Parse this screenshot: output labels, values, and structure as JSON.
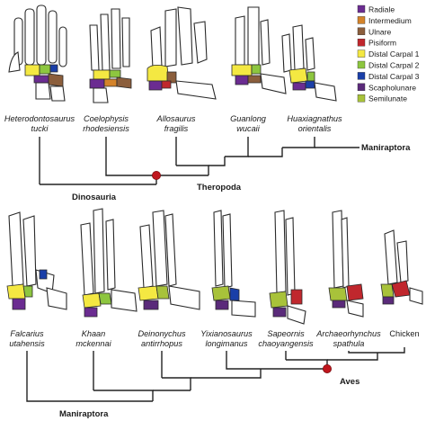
{
  "legend": [
    {
      "label": "Radiale",
      "color": "#6b2c91"
    },
    {
      "label": "Intermedium",
      "color": "#d4832a"
    },
    {
      "label": "Ulnare",
      "color": "#8b5e3c"
    },
    {
      "label": "Pisiform",
      "color": "#c0272d"
    },
    {
      "label": "Distal Carpal 1",
      "color": "#f4e842"
    },
    {
      "label": "Distal Carpal 2",
      "color": "#8dc63f"
    },
    {
      "label": "Distal Carpal 3",
      "color": "#1a3fa8"
    },
    {
      "label": "Scapholunare",
      "color": "#5a2a7a"
    },
    {
      "label": "Semilunate",
      "color": "#a8c23a"
    }
  ],
  "top_row": [
    {
      "l1": "Heterodontosaurus",
      "l2": "tucki"
    },
    {
      "l1": "Coelophysis",
      "l2": "rhodesiensis"
    },
    {
      "l1": "Allosaurus",
      "l2": "fragilis"
    },
    {
      "l1": "Guanlong",
      "l2": "wucaii"
    },
    {
      "l1": "Huaxiagnathus",
      "l2": "orientalis"
    }
  ],
  "bottom_row": [
    {
      "l1": "Falcarius",
      "l2": "utahensis"
    },
    {
      "l1": "Khaan",
      "l2": "mckennai"
    },
    {
      "l1": "Deinonychus",
      "l2": "antirrhopus"
    },
    {
      "l1": "Yixianosaurus",
      "l2": "longimanus"
    },
    {
      "l1": "Sapeornis",
      "l2": "chaoyangensis"
    },
    {
      "l1": "Archaeorhynchus",
      "l2": "spathula"
    },
    {
      "l1": "Chicken",
      "l2": ""
    }
  ],
  "clades": {
    "dinosauria": "Dinosauria",
    "theropoda": "Theropoda",
    "maniraptora_top": "Maniraptora",
    "maniraptora_bottom": "Maniraptora",
    "aves": "Aves"
  }
}
